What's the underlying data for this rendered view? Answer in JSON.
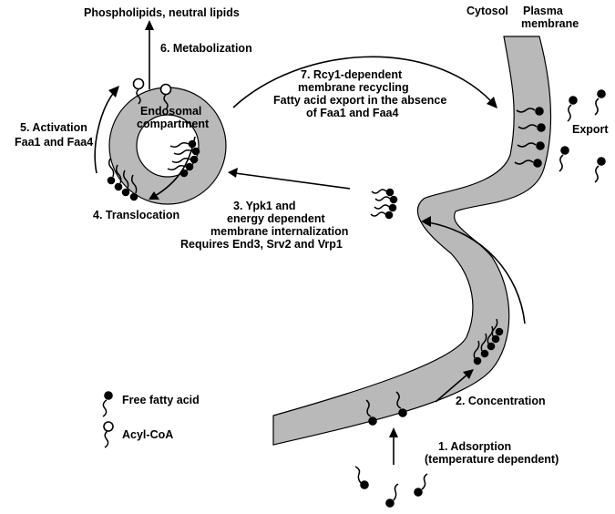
{
  "labels": {
    "cytosol": "Cytosol",
    "plasma_membrane_1": "Plasma",
    "plasma_membrane_2": "membrane",
    "phospholipids": "Phospholipids, neutral lipids",
    "metabolization": "6. Metabolization",
    "endosomal_1": "Endosomal",
    "endosomal_2": "compartment",
    "activation_1": "5. Activation",
    "activation_2": "Faa1 and Faa4",
    "translocation": "4. Translocation",
    "recycling_1": "7. Rcy1-dependent",
    "recycling_2": "membrane recycling",
    "recycling_3": "Fatty acid export in the absence",
    "recycling_4": "of Faa1 and Faa4",
    "export": "Export",
    "internalization_1": "3. Ypk1 and",
    "internalization_2": "energy dependent",
    "internalization_3": "membrane internalization",
    "internalization_4": "Requires End3, Srv2 and Vrp1",
    "concentration": "2. Concentration",
    "adsorption_1": "1. Adsorption",
    "adsorption_2": "(temperature dependent)",
    "legend_ffa": "Free fatty acid",
    "legend_acylcoa": "Acyl-CoA"
  },
  "colors": {
    "membrane_fill": "#b9b9b9",
    "ink": "#000000",
    "background": "#ffffff"
  }
}
